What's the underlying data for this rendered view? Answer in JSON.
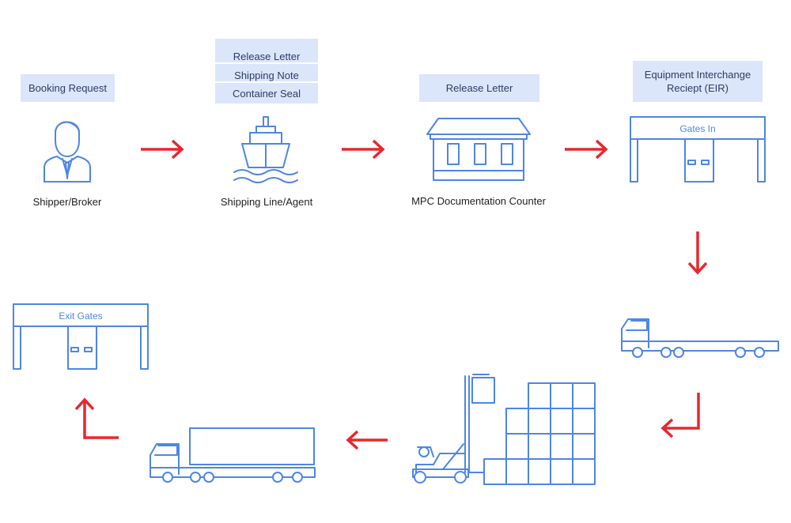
{
  "colors": {
    "line": "#4d86e6",
    "box_fill": "#dbe6fb",
    "box_text": "#2e3a66",
    "arrow": "#e8262f",
    "caption": "#1f1f1f"
  },
  "steps": {
    "shipper": {
      "documents": [
        "Booking Request"
      ],
      "caption": "Shipper/Broker",
      "icon": "businessman-icon"
    },
    "shipping_line": {
      "documents": [
        "Release Letter",
        "Shipping Note",
        "Container Seal"
      ],
      "caption": "Shipping Line/Agent",
      "icon": "ship-icon"
    },
    "mpc_counter": {
      "documents": [
        "Release Letter"
      ],
      "caption": "MPC Documentation Counter",
      "icon": "building-icon"
    },
    "gates_in": {
      "documents": [
        "Equipment Interchange",
        "Reciept (EIR)"
      ],
      "sign": "Gates In",
      "icon": "gate-icon"
    },
    "empty_trailer": {
      "icon": "flatbed-truck-icon"
    },
    "container_yard": {
      "icon": "forklift-containers-icon"
    },
    "loaded_truck": {
      "icon": "container-truck-icon"
    },
    "exit_gates": {
      "sign": "Exit Gates",
      "icon": "gate-icon"
    }
  },
  "arrows": [
    "arrow-right-icon",
    "arrow-right-icon",
    "arrow-right-icon",
    "arrow-down-icon",
    "arrow-down-left-icon",
    "arrow-left-icon",
    "arrow-left-icon",
    "arrow-up-icon"
  ]
}
